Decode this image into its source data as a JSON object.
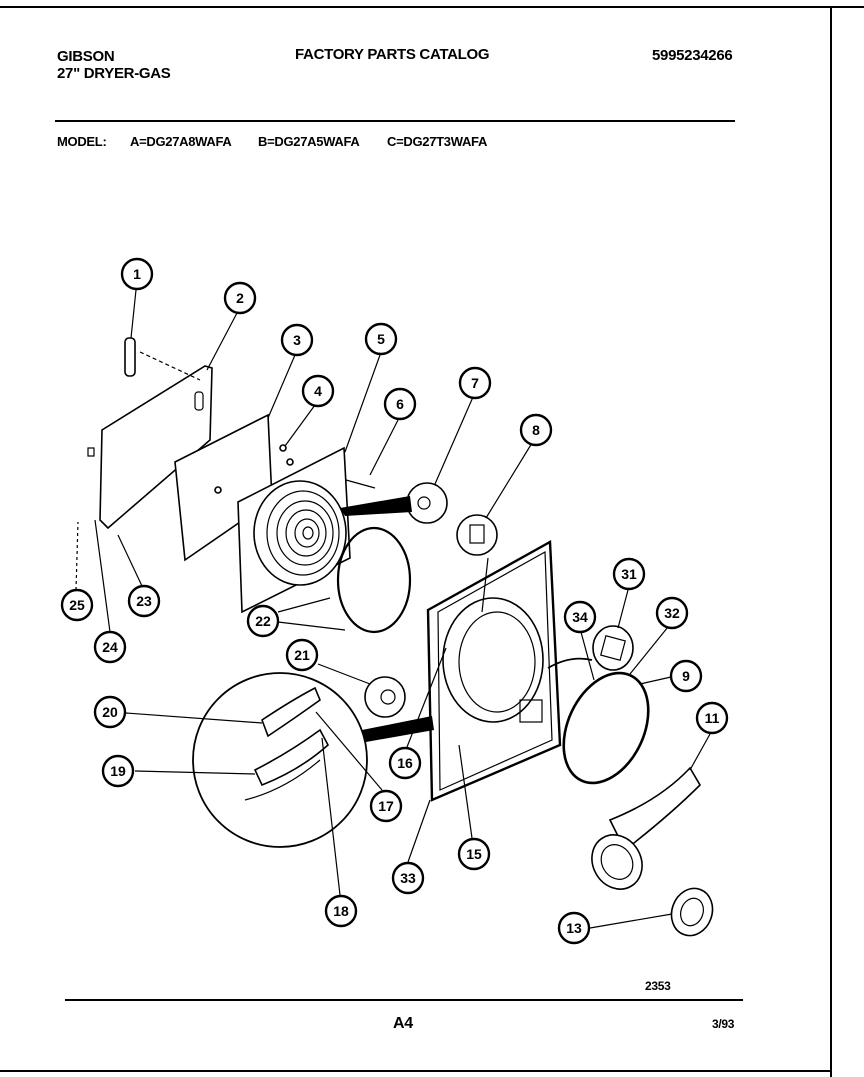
{
  "header": {
    "brand": "GIBSON",
    "product": "27\" DRYER-GAS",
    "catalog_title": "FACTORY PARTS CATALOG",
    "catalog_number": "5995234266"
  },
  "models": {
    "label": "MODEL:",
    "a": "A=DG27A8WAFA",
    "b": "B=DG27A5WAFA",
    "c": "C=DG27T3WAFA"
  },
  "diagram": {
    "callouts": [
      "1",
      "2",
      "3",
      "4",
      "5",
      "6",
      "7",
      "8",
      "9",
      "11",
      "13",
      "15",
      "16",
      "17",
      "18",
      "19",
      "20",
      "21",
      "22",
      "23",
      "24",
      "25",
      "31",
      "32",
      "33",
      "34"
    ],
    "drawing_number": "2353"
  },
  "footer": {
    "page": "A4",
    "date": "3/93"
  }
}
